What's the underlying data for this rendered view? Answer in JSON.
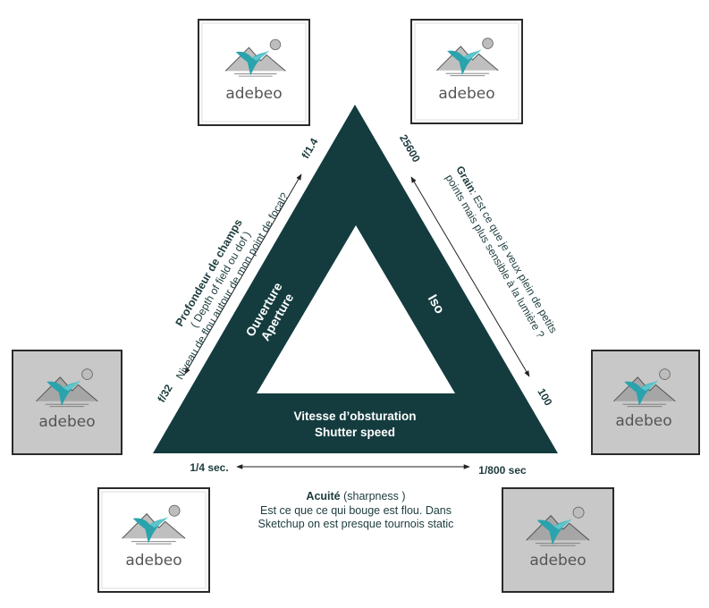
{
  "colors": {
    "triangle": "#143c3f",
    "text": "#1d3b3d",
    "arrow": "#222222",
    "logo_bird": "#2aa3ad",
    "logo_mountain": "#7a7a7a",
    "tile_gray": "#c8c8c8",
    "tile_white": "#ffffff",
    "tile_border": "#2a2a2a"
  },
  "triangle": {
    "aperture": [
      "Ouverture",
      "Aperture"
    ],
    "iso": "Iso",
    "shutter": [
      "Vitesse d’obsturation",
      "Shutter speed"
    ]
  },
  "aperture_scale": {
    "top": "f/1.4",
    "bottom": "f/32"
  },
  "iso_scale": {
    "top": "25600",
    "bottom": "100"
  },
  "shutter_scale": {
    "left": "1/4 sec.",
    "right": "1/800 sec"
  },
  "depth_of_field": {
    "title": "Profondeur de champs",
    "line2": "( Depth of field  ou dof )",
    "line3": "Niveau de flou autour de mon point de focal?"
  },
  "grain": {
    "title": "Grain",
    "line1_rest": ": Est ce que je veux plein de petits",
    "line2": "points mais plus sensible à la lumière ?"
  },
  "sharpness": {
    "title": "Acuité",
    "title_rest": " (sharpness )",
    "line2": "Est ce que ce qui bouge est flou. Dans",
    "line3": "Sketchup on est presque tournois static"
  },
  "logos": {
    "brand": "adebeo",
    "icon": "adebeo-bird-mountain-icon",
    "tiles": [
      {
        "id": "top-left",
        "style": "light"
      },
      {
        "id": "top-right",
        "style": "light-sketch"
      },
      {
        "id": "mid-left",
        "style": "gray"
      },
      {
        "id": "mid-right",
        "style": "gray"
      },
      {
        "id": "bottom-left",
        "style": "light"
      },
      {
        "id": "bottom-right",
        "style": "gray"
      }
    ]
  }
}
